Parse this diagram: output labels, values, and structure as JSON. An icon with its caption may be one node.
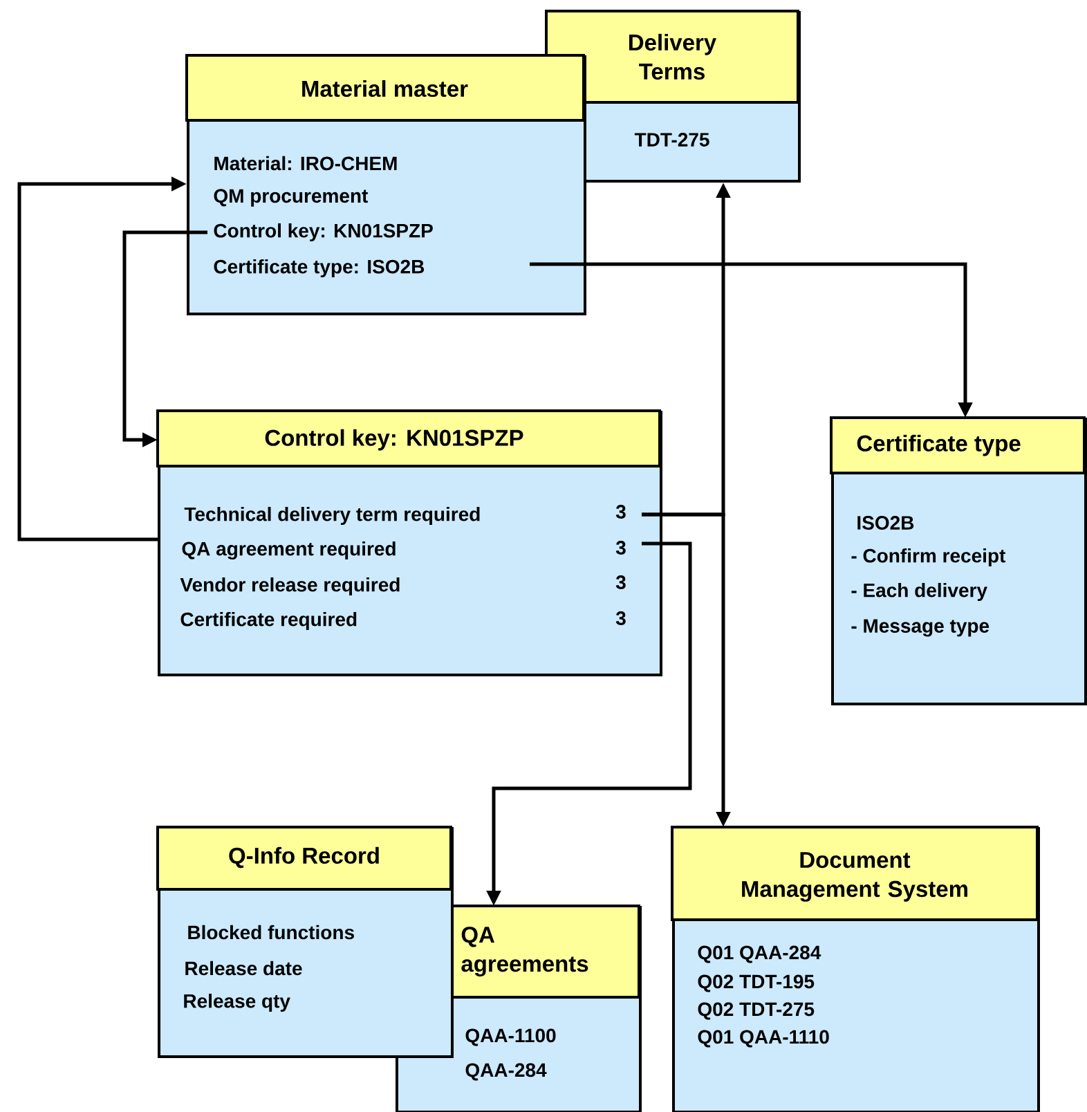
{
  "diagram": {
    "nodes": [
      {
        "text": [
          "Delivery Terms",
          "TDT-275"
        ]
      },
      {
        "text": [
          "Material master",
          "Material: IRO-CHEM",
          "QM procurement",
          "Control key: KN01SPZP",
          "Certificate type: ISO2B"
        ]
      },
      {
        "text": [
          "Control key: KN01SPZP",
          "Technical delivery term required",
          "3",
          "QA agreement required",
          "3",
          "Vendor release required",
          "3",
          "Certificate required",
          "3"
        ]
      },
      {
        "text": [
          "Certificate type",
          "ISO2B",
          "- Confirm receipt",
          "- Each delivery",
          "- Message type"
        ]
      },
      {
        "text": [
          "Q-Info Record",
          "Blocked functions",
          "Release date",
          "Release qty"
        ]
      },
      {
        "text": [
          "QA agreements",
          "QAA-1100",
          "QAA-284"
        ]
      },
      {
        "text": [
          "Document Management System",
          "Q01 QAA-284",
          "Q02 TDT-195",
          "Q02 TDT-275",
          "Q01 QAA-1110"
        ]
      }
    ],
    "edges": [
      {
        "from": 2,
        "to": 1,
        "arrow": "to"
      },
      {
        "from": 1,
        "to": 2,
        "arrow": "to"
      },
      {
        "from": 1,
        "to": 3,
        "arrow": "to"
      },
      {
        "from": 2,
        "to": 0,
        "arrow": "to"
      },
      {
        "from": 2,
        "to": 6,
        "arrow": "to"
      },
      {
        "from": 2,
        "to": 5,
        "arrow": "to"
      }
    ]
  }
}
